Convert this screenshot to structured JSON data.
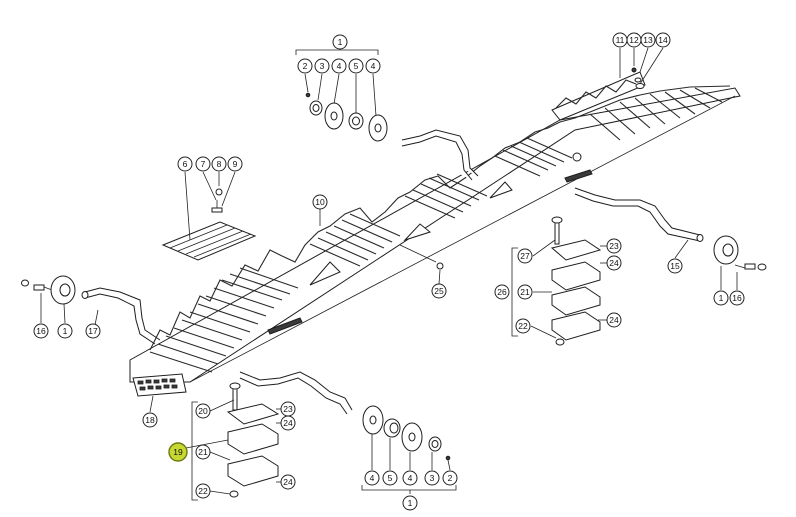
{
  "colors": {
    "line": "#1e1e1e",
    "highlight": "#c8d832"
  },
  "callouts": [
    {
      "id": "c1-top",
      "label": "1"
    },
    {
      "id": "c2-top",
      "label": "2"
    },
    {
      "id": "c3-top",
      "label": "3"
    },
    {
      "id": "c4-top-a",
      "label": "4"
    },
    {
      "id": "c5-top",
      "label": "5"
    },
    {
      "id": "c4-top-b",
      "label": "4"
    },
    {
      "id": "c6",
      "label": "6"
    },
    {
      "id": "c7",
      "label": "7"
    },
    {
      "id": "c8",
      "label": "8"
    },
    {
      "id": "c9",
      "label": "9"
    },
    {
      "id": "c10",
      "label": "10"
    },
    {
      "id": "c11",
      "label": "11"
    },
    {
      "id": "c12",
      "label": "12"
    },
    {
      "id": "c13",
      "label": "13"
    },
    {
      "id": "c14",
      "label": "14"
    },
    {
      "id": "c15",
      "label": "15"
    },
    {
      "id": "c16-left",
      "label": "16"
    },
    {
      "id": "c1-left",
      "label": "1"
    },
    {
      "id": "c17",
      "label": "17"
    },
    {
      "id": "c18",
      "label": "18"
    },
    {
      "id": "c19",
      "label": "19"
    },
    {
      "id": "c20",
      "label": "20"
    },
    {
      "id": "c23-bl",
      "label": "23"
    },
    {
      "id": "c24-bl-a",
      "label": "24"
    },
    {
      "id": "c21-bl",
      "label": "21"
    },
    {
      "id": "c24-bl-b",
      "label": "24"
    },
    {
      "id": "c22-bl",
      "label": "22"
    },
    {
      "id": "c25",
      "label": "25"
    },
    {
      "id": "c27",
      "label": "27"
    },
    {
      "id": "c23-r",
      "label": "23"
    },
    {
      "id": "c24-r-a",
      "label": "24"
    },
    {
      "id": "c26",
      "label": "26"
    },
    {
      "id": "c21-r",
      "label": "21"
    },
    {
      "id": "c22-r",
      "label": "22"
    },
    {
      "id": "c24-r-b",
      "label": "24"
    },
    {
      "id": "c1-right",
      "label": "1"
    },
    {
      "id": "c16-right",
      "label": "16"
    },
    {
      "id": "c4-bot-a",
      "label": "4"
    },
    {
      "id": "c5-bot",
      "label": "5"
    },
    {
      "id": "c4-bot-b",
      "label": "4"
    },
    {
      "id": "c3-bot",
      "label": "3"
    },
    {
      "id": "c2-bot",
      "label": "2"
    },
    {
      "id": "c1-bot",
      "label": "1"
    }
  ]
}
